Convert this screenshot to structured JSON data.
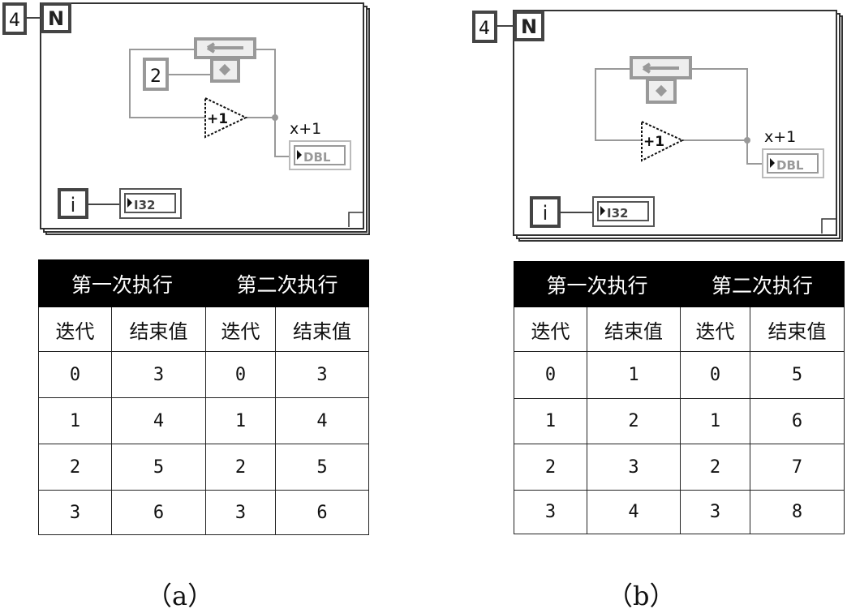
{
  "panels": [
    {
      "caption": "（a）",
      "loop_count": "4",
      "count_terminal": "N",
      "iteration_terminal": "i",
      "init_constant": "2",
      "increment_label": "+1",
      "output_label": "x+1",
      "output_type": "DBL",
      "iteration_type": "I32",
      "table": {
        "groups": [
          "第一次执行",
          "第二次执行"
        ],
        "columns": [
          "迭代",
          "结束值",
          "迭代",
          "结束值"
        ],
        "rows": [
          [
            "0",
            "3",
            "0",
            "3"
          ],
          [
            "1",
            "4",
            "1",
            "4"
          ],
          [
            "2",
            "5",
            "2",
            "5"
          ],
          [
            "3",
            "6",
            "3",
            "6"
          ]
        ]
      }
    },
    {
      "caption": "（b）",
      "loop_count": "4",
      "count_terminal": "N",
      "iteration_terminal": "i",
      "increment_label": "+1",
      "output_label": "x+1",
      "output_type": "DBL",
      "iteration_type": "I32",
      "table": {
        "groups": [
          "第一次执行",
          "第二次执行"
        ],
        "columns": [
          "迭代",
          "结束值",
          "迭代",
          "结束值"
        ],
        "rows": [
          [
            "0",
            "1",
            "0",
            "5"
          ],
          [
            "1",
            "2",
            "1",
            "6"
          ],
          [
            "2",
            "3",
            "2",
            "7"
          ],
          [
            "3",
            "4",
            "3",
            "8"
          ]
        ]
      }
    }
  ],
  "colors": {
    "wire": "#999999",
    "frame": "#333333",
    "header_bg": "#000000"
  }
}
